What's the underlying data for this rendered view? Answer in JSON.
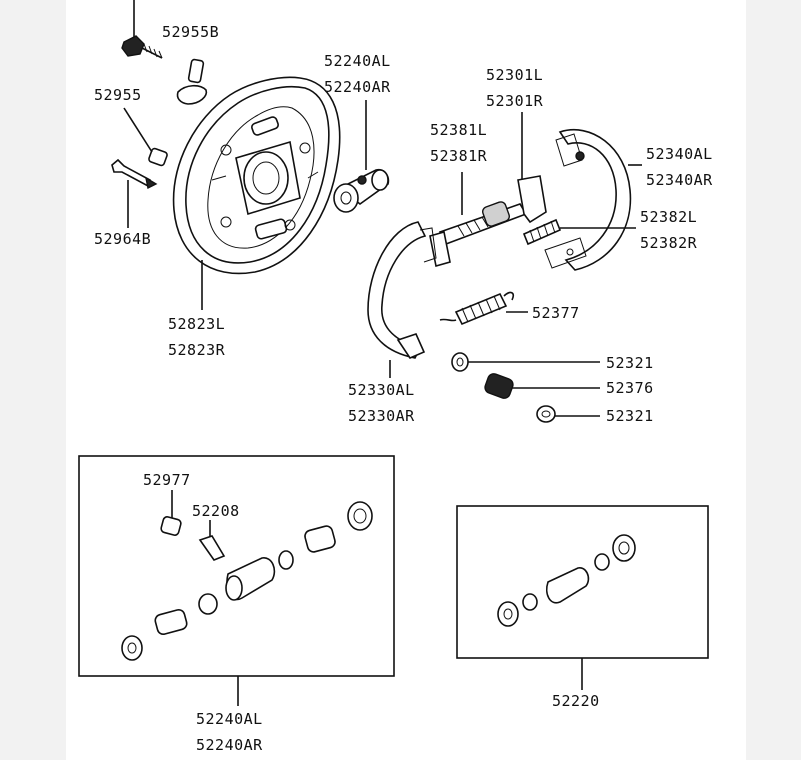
{
  "diagram": {
    "labels": {
      "p52955B": "52955B",
      "p52955": "52955",
      "p52964B": "52964B",
      "p52823": [
        "52823L",
        "52823R"
      ],
      "p52240_wheel": [
        "52240AL",
        "52240AR"
      ],
      "p52301": [
        "52301L",
        "52301R"
      ],
      "p52381": [
        "52381L",
        "52381R"
      ],
      "p52340": [
        "52340AL",
        "52340AR"
      ],
      "p52382": [
        "52382L",
        "52382R"
      ],
      "p52377": "52377",
      "p52321_top": "52321",
      "p52376": "52376",
      "p52321_bottom": "52321",
      "p52330": [
        "52330AL",
        "52330AR"
      ],
      "p52977": "52977",
      "p52208": "52208",
      "p52240_kit": [
        "52240AL",
        "52240AR"
      ],
      "p52220": "52220"
    }
  }
}
